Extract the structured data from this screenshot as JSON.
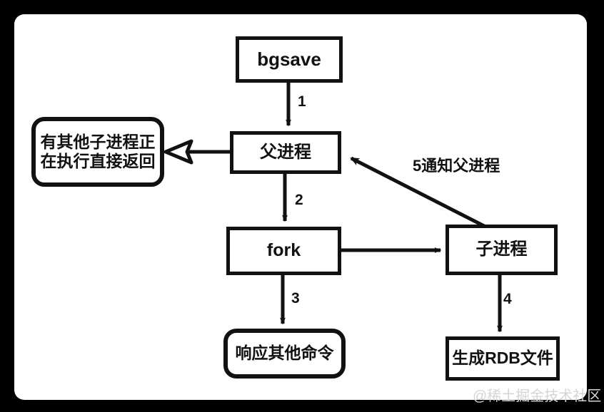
{
  "diagram": {
    "title": "bgsave flow",
    "background_color": "#000000",
    "panel_color": "#ffffff",
    "stroke_color": "#111111",
    "nodes": [
      {
        "id": "bgsave",
        "label": "bgsave",
        "shape": "rect"
      },
      {
        "id": "parent",
        "label": "父进程",
        "shape": "rect"
      },
      {
        "id": "return",
        "label": "有其他子进程正\n在执行直接返回",
        "shape": "rounded-rect"
      },
      {
        "id": "fork",
        "label": "fork",
        "shape": "rect"
      },
      {
        "id": "child",
        "label": "子进程",
        "shape": "rect"
      },
      {
        "id": "other_cmd",
        "label": "响应其他命令",
        "shape": "rounded-rect"
      },
      {
        "id": "rdb",
        "label": "生成RDB文件",
        "shape": "rect"
      }
    ],
    "edges": [
      {
        "id": "e1",
        "from": "bgsave",
        "to": "parent",
        "label": "1",
        "arrow": "filled"
      },
      {
        "id": "e2",
        "from": "parent",
        "to": "return",
        "label": "",
        "arrow": "open"
      },
      {
        "id": "e3",
        "from": "parent",
        "to": "fork",
        "label": "2",
        "arrow": "filled"
      },
      {
        "id": "e4",
        "from": "fork",
        "to": "other_cmd",
        "label": "3",
        "arrow": "filled"
      },
      {
        "id": "e5",
        "from": "fork",
        "to": "child",
        "label": "",
        "arrow": "filled"
      },
      {
        "id": "e6",
        "from": "child",
        "to": "rdb",
        "label": "4",
        "arrow": "filled"
      },
      {
        "id": "e7",
        "from": "child",
        "to": "parent",
        "label": "5通知父进程",
        "arrow": "filled"
      }
    ]
  },
  "watermark": {
    "text": "@稀土掘金技术社区"
  }
}
